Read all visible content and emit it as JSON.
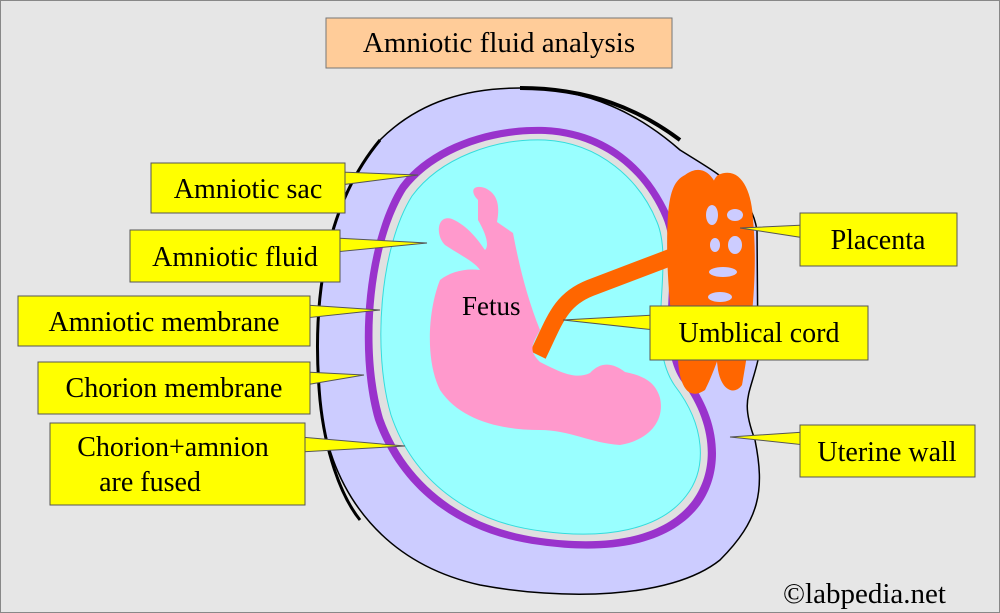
{
  "title": "Amniotic fluid analysis",
  "labels": {
    "amniotic_sac": "Amniotic sac",
    "amniotic_fluid": "Amniotic fluid",
    "amniotic_membrane": "Amniotic membrane",
    "chorion_membrane": "Chorion membrane",
    "fused_line1": "Chorion+amnion",
    "fused_line2": "are fused",
    "placenta": "Placenta",
    "umbilical_cord": "Umblical cord",
    "uterine_wall": "Uterine wall",
    "fetus": "Fetus"
  },
  "copyright": "©labpedia.net",
  "colors": {
    "background": "#e6e6e6",
    "title_box": "#ffcc99",
    "callout": "#ffff00",
    "uterine_wall": "#ccccff",
    "chorion": "#9933cc",
    "amniotic_fluid": "#99ffff",
    "fetus": "#ff99cc",
    "placenta": "#ff6600"
  }
}
